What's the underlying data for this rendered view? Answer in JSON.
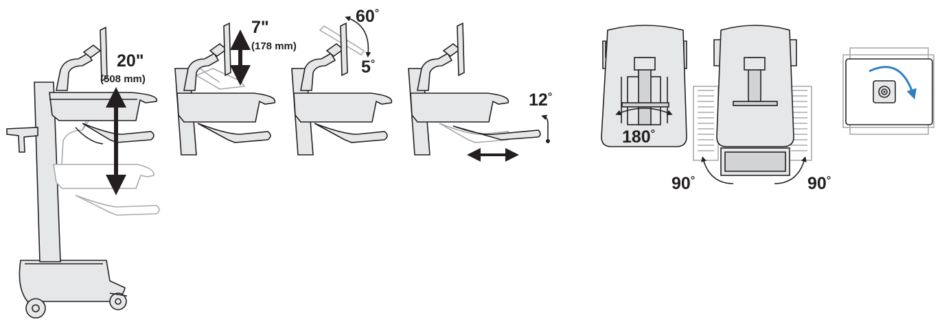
{
  "labels": {
    "cart_height": "20\"",
    "cart_height_mm": "(508 mm)",
    "monitor_height": "7\"",
    "monitor_height_mm": "(178 mm)",
    "monitor_tilt_up": "60",
    "monitor_tilt_down": "5",
    "keyboard_tilt": "12",
    "work_surface_swivel": "180",
    "keyboard_swivel_left": "90",
    "keyboard_swivel_right": "90"
  },
  "degree_symbol": "°",
  "colors": {
    "stroke": "#231f20",
    "fill": "#e6e7e8",
    "ghost": "#a7a9ac",
    "rotation_arrow": "#2e7fc0"
  },
  "icons": [
    "monitor-rotate-icon"
  ]
}
